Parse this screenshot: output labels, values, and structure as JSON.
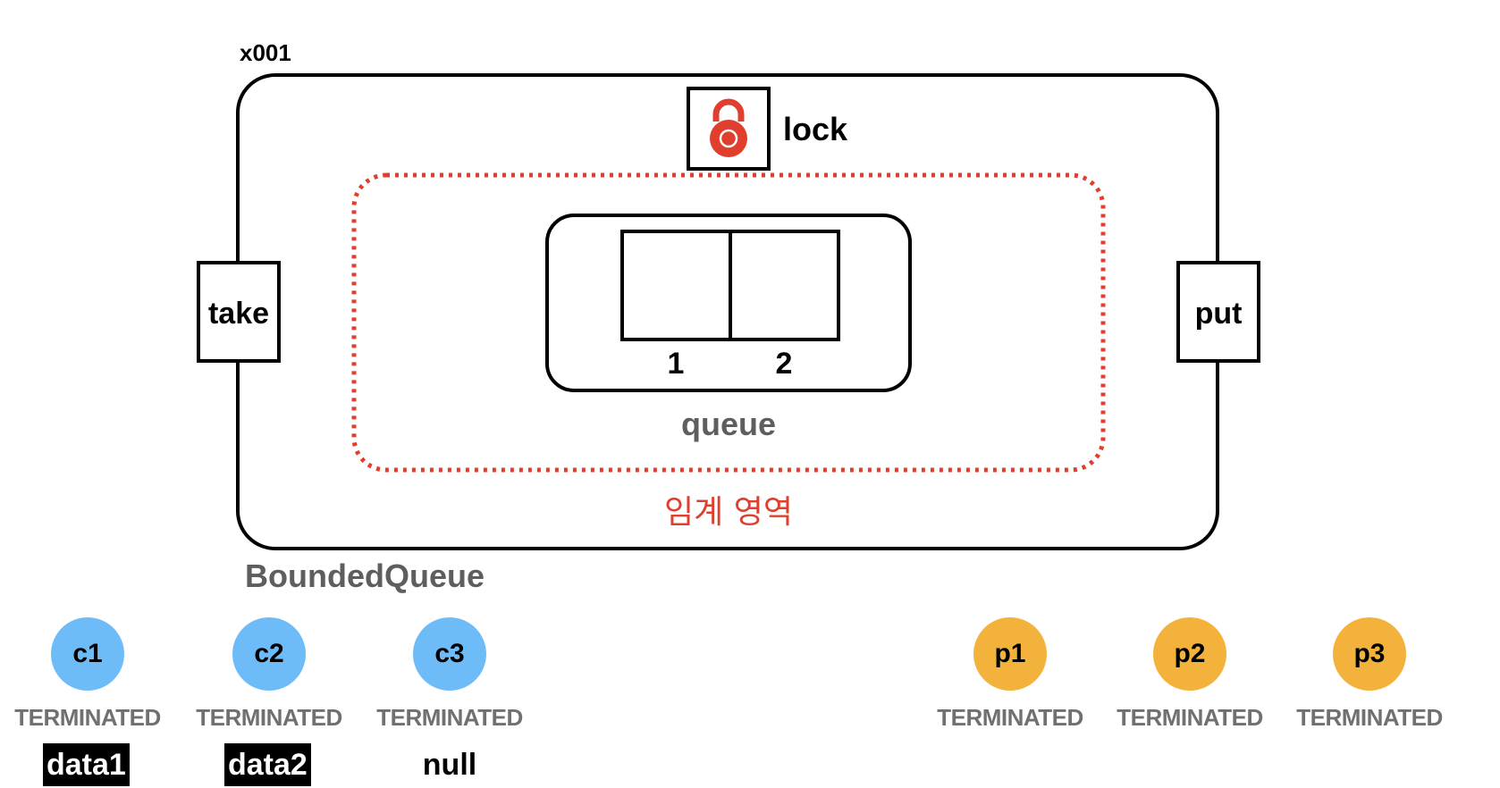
{
  "object_id": "x001",
  "lock": {
    "label": "lock",
    "icon": "padlock-icon",
    "color": "#e03f2d"
  },
  "methods": {
    "take": "take",
    "put": "put"
  },
  "queue": {
    "label": "queue",
    "slots": [
      "1",
      "2"
    ]
  },
  "critical_section": {
    "label": "임계 영역",
    "color": "#e03f2d"
  },
  "class_name": "BoundedQueue",
  "consumers": [
    {
      "name": "c1",
      "state": "TERMINATED",
      "result": "data1",
      "color": "#6ebcf7"
    },
    {
      "name": "c2",
      "state": "TERMINATED",
      "result": "data2",
      "color": "#6ebcf7"
    },
    {
      "name": "c3",
      "state": "TERMINATED",
      "result": "null",
      "color": "#6ebcf7"
    }
  ],
  "producers": [
    {
      "name": "p1",
      "state": "TERMINATED",
      "color": "#f2b23c"
    },
    {
      "name": "p2",
      "state": "TERMINATED",
      "color": "#f2b23c"
    },
    {
      "name": "p3",
      "state": "TERMINATED",
      "color": "#f2b23c"
    }
  ]
}
